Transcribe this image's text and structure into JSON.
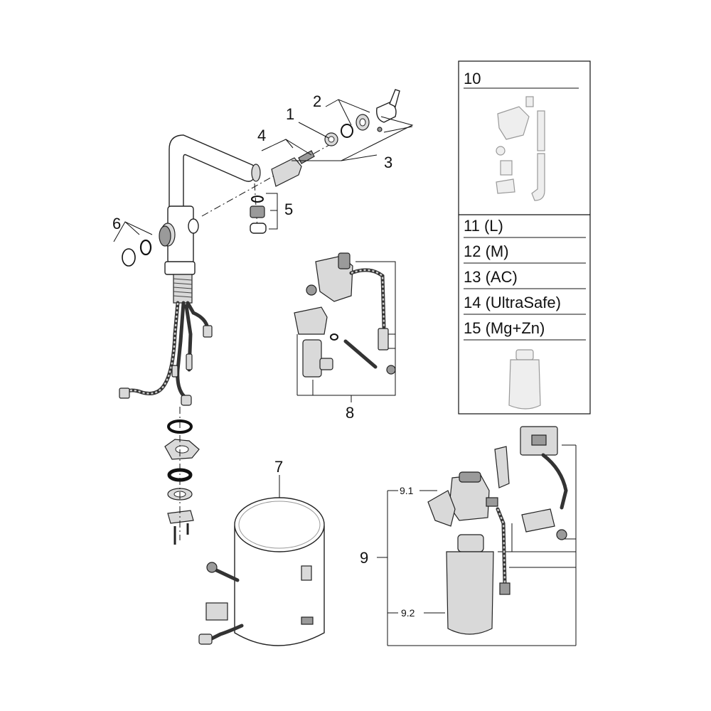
{
  "callouts": {
    "c1": "1",
    "c2": "2",
    "c3": "3",
    "c4": "4",
    "c5": "5",
    "c6": "6",
    "c7": "7",
    "c8": "8",
    "c9": "9",
    "c9_1": "9.1",
    "c9_2": "9.2",
    "c10": "10"
  },
  "legend_items": [
    {
      "label": "11 (L)"
    },
    {
      "label": "12 (M)"
    },
    {
      "label": "13 (AC)"
    },
    {
      "label": "14 (UltraSafe)"
    },
    {
      "label": "15 (Mg+Zn)"
    }
  ],
  "colors": {
    "line": "#111111",
    "part_fill": "#ffffff",
    "shade": "#d9d9d9",
    "dark": "#9a9a9a"
  }
}
